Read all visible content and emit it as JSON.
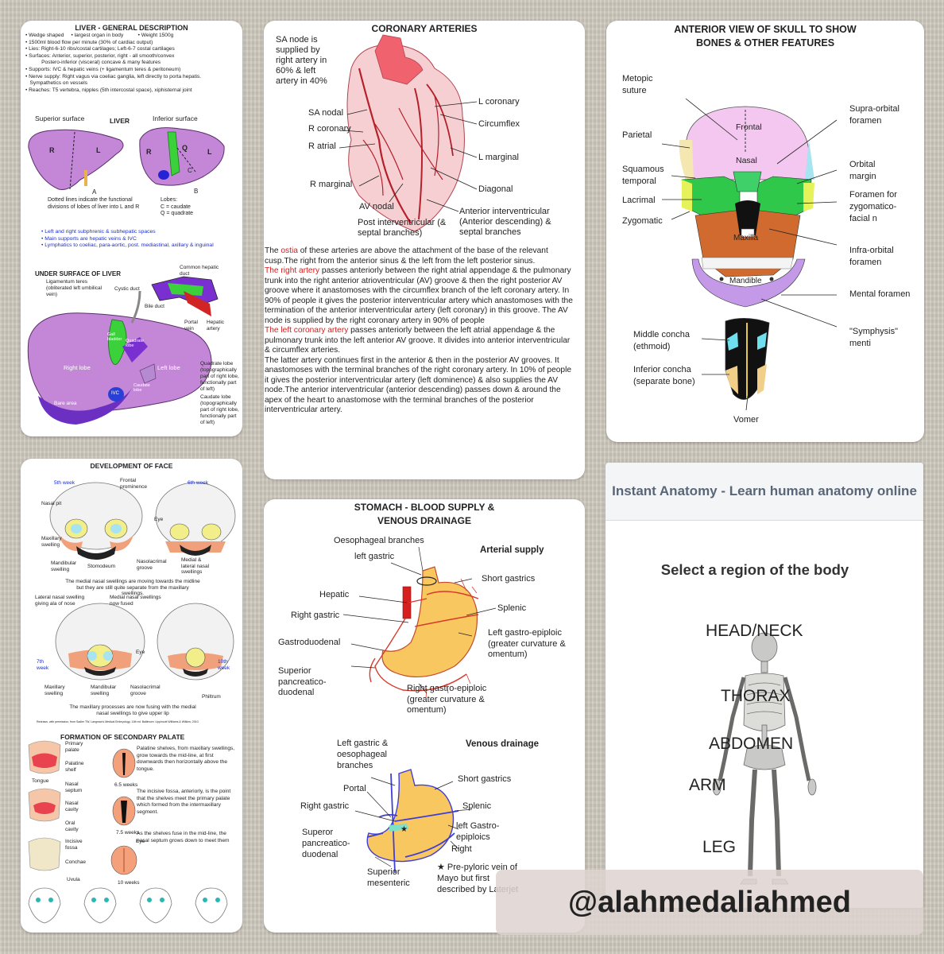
{
  "liver": {
    "title": "LIVER - GENERAL DESCRIPTION",
    "bullets": [
      "• Wedge shaped     • largest organ in body          • Weight 1500g",
      "• 1500ml blood flow per minute (30% of cardiac output)",
      "• Lies: Right-6-10 ribs/costal cartilages; Left-6-7 costal cartilages",
      "• Surfaces: Anterior, superior, posterior, right - all smooth/convex",
      "           Postero-inferior (visceral) concave & many features",
      "• Supports: IVC & hepatic veins (+ ligamentum teres & peritoneum)",
      "• Nerve supply: Right vagus via coeliac ganglia, left directly to porta hepatis.",
      "   Sympathetics on vessels",
      "• Reaches: T5 vertebra, nipples (5th intercostal space), xiphisternal joint"
    ],
    "superior_surface": "Superior surface",
    "liver_label": "LIVER",
    "inferior_surface": "Inferior surface",
    "r": "R",
    "l": "L",
    "q": "Q",
    "c": "C",
    "a": "A",
    "b": "B",
    "dotted_note": "Dotted lines indicate the functional divisions of lobes of liver into L and R",
    "lobes_note": "Lobes:\nC = caudate\nQ = quadrate",
    "blue_bullets": [
      "• Left and right subphrenic & subhepatic spaces",
      "• Main supports are hepatic veins & IVC",
      "• Lymphatics to coeliac, para-aortic, post. mediastinal, axillary & inguinal"
    ],
    "under_surface": "UNDER SURFACE OF LIVER",
    "lig_teres": "Ligamentum teres (obliterated left umbilical vein)",
    "common_hepatic_duct": "Common hepatic duct",
    "cystic_duct": "Cystic duct",
    "bile_duct": "Bile duct",
    "portal_vein": "Portal vein",
    "hepatic_artery": "Hepatic artery",
    "gall_bladder": "Gall bladder",
    "quadrate_lobe_in": "Quadrate lobe",
    "right_lobe": "Right lobe",
    "left_lobe": "Left lobe",
    "caudate_lobe_in": "Caudate lobe",
    "ivc": "IVC",
    "bare_area": "Bare area",
    "quadrate_note": "Quadrate lobe (topographically part of right lobe, functionally part of left)",
    "caudate_note": "Caudate lobe (topographically part of right lobe, functionally part of left)"
  },
  "coronary": {
    "title": "CORONARY ARTERIES",
    "sa_note": "SA node is supplied by right artery in 60% & left artery in 40%",
    "labels_left": [
      "SA nodal",
      "R coronary",
      "R atrial",
      "R marginal",
      "AV nodal"
    ],
    "labels_right": [
      "L coronary",
      "Circumflex",
      "L marginal",
      "Diagonal"
    ],
    "post_interventricular": "Post interventricular (& septal branches)",
    "ant_interventricular": "Anterior interventricular (Anterior descending) & septal branches",
    "p1_pre": "The ",
    "p1_red": "ostia",
    "p1_post": " of these arteries are above the attachment of the base of the relevant cusp.The right from the anterior sinus & the left from the left posterior sinus.",
    "p2_red": "The right artery",
    "p2_post": " passes anteriorly between the right atrial appendage & the pulmonary trunk into the right anterior atrioventricular (AV) groove & then the right posterior AV groove where it anastomoses with the circumflex branch of the left coronary artery. In 90% of people it gives the posterior interventricular artery which anastomoses with the termination of the anterior interventricular artery (left coronary) in this groove. The AV node is supplied by the right coronary artery in 90% of people",
    "p3_red": "The left coronary artery",
    "p3_post": " passes anteriorly between the left atrial appendage & the pulmonary trunk into the left anterior AV groove. It divides into anterior interventricular & circumflex arteries.",
    "p4": "The latter artery continues first in the anterior & then in the posterior AV grooves. It anastomoses with the terminal branches of the right coronary artery. In 10% of people it gives the posterior interventricular artery (left dominence) & also supplies the AV node.The anterior interventricular (anterior descending) passes down & around the apex of the heart to anastomose with the terminal branches of the posterior interventricular artery."
  },
  "skull": {
    "title": "ANTERIOR VIEW OF SKULL TO SHOW BONES & OTHER FEATURES",
    "metopic": "Metopic suture",
    "parietal": "Parietal",
    "squamous": "Squamous temporal",
    "lacrimal": "Lacrimal",
    "zygomatic": "Zygomatic",
    "frontal": "Frontal",
    "nasal": "Nasal",
    "maxilla": "Maxilla",
    "mandible": "Mandible",
    "supra_orbital": "Supra-orbital foramen",
    "orbital_margin": "Orbital margin",
    "zygomatico_facial": "Foramen for zygomatico-facial n",
    "infra_orbital": "Infra-orbital foramen",
    "mental_foramen": "Mental foramen",
    "symphysis": "\"Symphysis\" menti",
    "middle_concha": "Middle concha (ethmoid)",
    "inferior_concha": "Inferior concha (separate bone)",
    "vomer": "Vomer"
  },
  "face": {
    "title": "DEVELOPMENT OF FACE",
    "w5": "5th week",
    "w6": "6th week",
    "frontal_prominence": "Frontal prominence",
    "nasal_pit": "Nasal pit",
    "eye": "Eye",
    "maxillary_swelling": "Maxillary swelling",
    "mandibular_swelling": "Mandibular swelling",
    "stomodeum": "Stomodeum",
    "nasolacrimal_groove": "Nasolacrimal groove",
    "medial_lateral": "Medial & lateral nasal swellings",
    "note1": "The medial nasal swellings are moving towards the midline but they are still quite separate from the maxillary swellings.",
    "lateral_nasal": "Lateral nasal swelling giving ala of nose",
    "medial_fused": "Medial nasal swellings now fused",
    "w7": "7th week",
    "w10": "10th week",
    "eye2": "Eye",
    "maxillary2": "Maxillary swelling",
    "mandibular2": "Mandibular swelling",
    "nasolacrimal2": "Nasolacrimal groove",
    "philtrum": "Philtrum",
    "note2": "The maxillary processes are now fusing with the medial nasal swellings to give upper lip",
    "credit": "Redrawn, with permission, from Sadler TW, Langman's Medical Embryology, 11th ed. Baltimore: Lippincott Williams & Wilkins; 2010.",
    "palate_title": "FORMATION OF SECONDARY PALATE",
    "primary_palate": "Primary palate",
    "palatine_shelf": "Palatine shelf",
    "tongue": "Tongue",
    "nasal_septum": "Nasal septum",
    "nasal_cavity": "Nasal cavity",
    "oral_cavity": "Oral cavity",
    "incisive_fossa": "Incisive fossa",
    "conchae": "Conchae",
    "uvula": "Uvula",
    "eye3": "Eye",
    "w65": "6.5 weeks",
    "w75": "7.5 weeks",
    "w10b": "10 weeks",
    "pal1": "Palatine shelves, from maxillary swellings, grow towards the mid-line, at first downwards then horizontally above the tongue.",
    "pal2": "The incisive fossa, anteriorly, is the point that the shelves meet the primary palate which formed from the intermaxillary segment.",
    "pal3": "As the shelves fuse in the mid-line, the nasal septum grows down to meet them"
  },
  "stomach": {
    "title": "STOMACH - BLOOD SUPPLY & VENOUS DRAINAGE",
    "oesophageal": "Oesophageal branches",
    "left_gastric": "left gastric",
    "arterial_supply": "Arterial supply",
    "short_gastrics": "Short gastrics",
    "hepatic": "Hepatic",
    "splenic": "Splenic",
    "right_gastric": "Right gastric",
    "left_ge": "Left gastro-epiploic (greater curvature & omentum)",
    "gastroduodenal": "Gastroduodenal",
    "sup_pd": "Superior pancreatico-duodenal",
    "right_ge": "Right gastro-epiploic (greater curvature & omentum)",
    "v_left_gastric": "Left gastric & oesophageal branches",
    "venous": "Venous drainage",
    "v_short_gastrics": "Short gastrics",
    "portal": "Portal",
    "v_splenic": "Splenic",
    "v_right_gastric": "Right gastric",
    "left_ge_veins": "left Gastro-epiploics",
    "right": "Right",
    "sup_pd2": "Superor pancreatico-duodenal",
    "sup_mes": "Superior mesenteric",
    "star_note": "★  Pre-pyloric vein of Mayo but first described by Laterjet"
  },
  "app": {
    "header": "Instant Anatomy - Learn human anatomy online",
    "prompt": "Select a region of the body",
    "regions": [
      "HEAD/NECK",
      "THORAX",
      "ABDOMEN",
      "ARM",
      "LEG"
    ]
  },
  "watermark": "@alahmedaliahmed"
}
